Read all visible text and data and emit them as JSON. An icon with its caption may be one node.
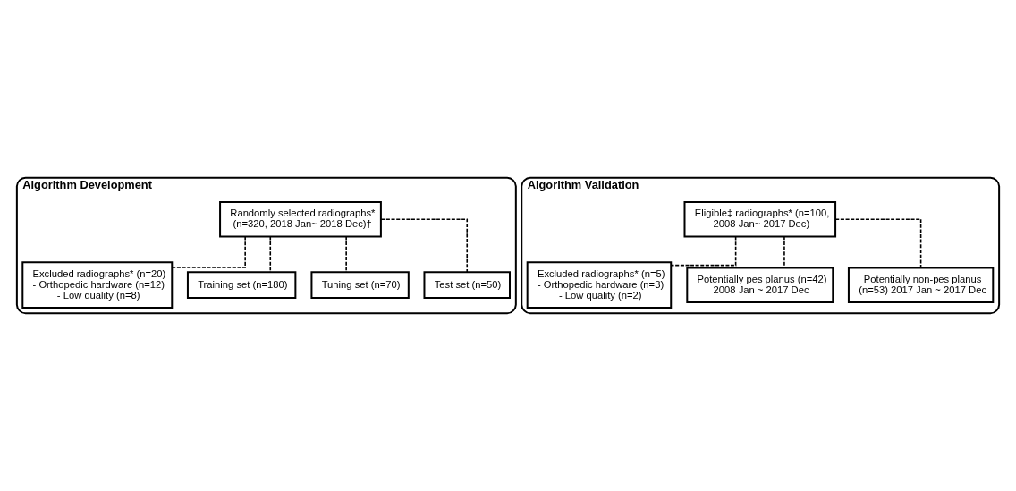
{
  "diagram": {
    "nodes": [
      {
        "text": [
          "Algorithm Development"
        ]
      },
      {
        "text": [
          "Randomly selected radiographs* (n=320, 2018 Jan~ 2018 Dec)†"
        ],
        "in": 0
      },
      {
        "text": [
          "Excluded radiographs* (n=20)",
          "- Orthopedic hardware (n=12)",
          "- Low quality (n=8)"
        ],
        "in": 0
      },
      {
        "text": [
          "Training set (n=180)"
        ],
        "in": 0
      },
      {
        "text": [
          "Tuning set (n=70)"
        ],
        "in": 0
      },
      {
        "text": [
          "Test set (n=50)"
        ],
        "in": 0
      },
      {
        "text": [
          "Algorithm Validation"
        ]
      },
      {
        "text": [
          "Eligible‡ radiographs* (n=100, 2008 Jan~ 2017 Dec)"
        ],
        "in": 6
      },
      {
        "text": [
          "Excluded radiographs* (n=5)",
          "- Orthopedic hardware (n=3)",
          "- Low quality (n=2)"
        ],
        "in": 6
      },
      {
        "text": [
          "Potentially pes planus (n=42) 2008 Jan ~ 2017 Dec"
        ],
        "in": 6
      },
      {
        "text": [
          "Potentially non-pes planus (n=53) 2017 Jan ~ 2017 Dec"
        ],
        "in": 6
      }
    ],
    "edges": [
      {
        "from": 1,
        "to": 2,
        "arrow": "none",
        "style": "dashed"
      },
      {
        "from": 1,
        "to": 3,
        "arrow": "none",
        "style": "dashed"
      },
      {
        "from": 1,
        "to": 4,
        "arrow": "none",
        "style": "dashed"
      },
      {
        "from": 1,
        "to": 5,
        "arrow": "none",
        "style": "dashed"
      },
      {
        "from": 7,
        "to": 8,
        "arrow": "none",
        "style": "dashed"
      },
      {
        "from": 7,
        "to": 9,
        "arrow": "none",
        "style": "dashed"
      },
      {
        "from": 7,
        "to": 10,
        "arrow": "none",
        "style": "dashed"
      }
    ]
  }
}
